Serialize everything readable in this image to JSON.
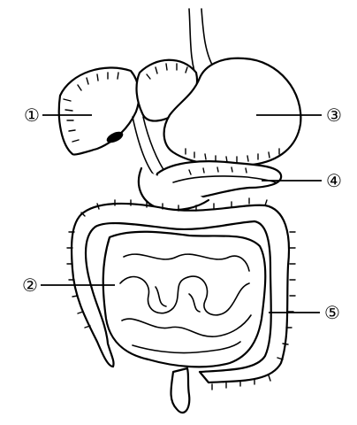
{
  "diagram": {
    "labels": [
      {
        "id": "1",
        "text": "①"
      },
      {
        "id": "2",
        "text": "②"
      },
      {
        "id": "3",
        "text": "③"
      },
      {
        "id": "4",
        "text": "④"
      },
      {
        "id": "5",
        "text": "⑤"
      }
    ]
  }
}
